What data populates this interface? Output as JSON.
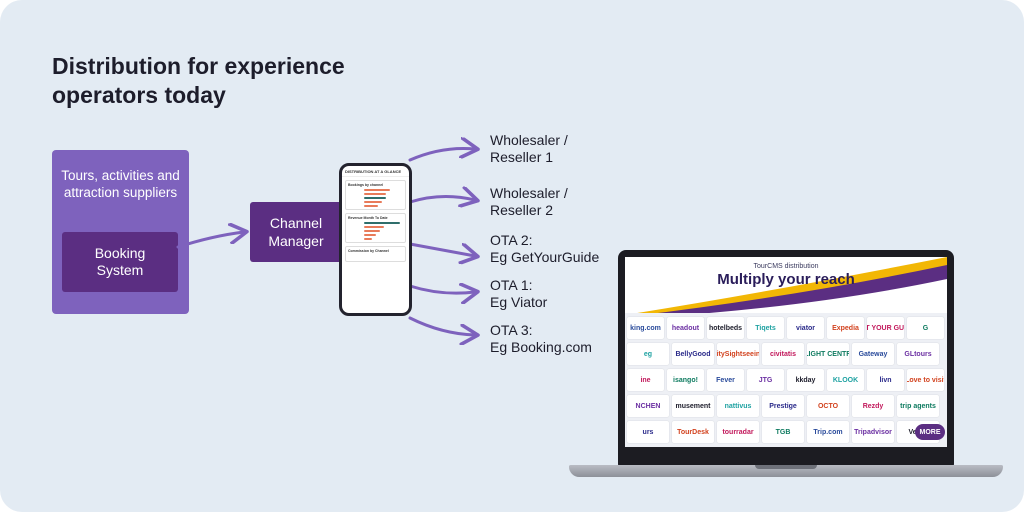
{
  "title": "Distribution for experience operators today",
  "supplier_box": {
    "label": "Tours, activities and attraction suppliers",
    "booking": "Booking System"
  },
  "channel_manager": "Channel Manager",
  "destinations": [
    {
      "line1": "Wholesaler /",
      "line2": "Reseller 1"
    },
    {
      "line1": "Wholesaler /",
      "line2": "Reseller 2"
    },
    {
      "line1": "OTA 2:",
      "line2": "Eg GetYourGuide"
    },
    {
      "line1": "OTA 1:",
      "line2": "Eg Viator"
    },
    {
      "line1": "OTA 3:",
      "line2": "Eg Booking.com"
    }
  ],
  "phone": {
    "header": "DISTRIBUTION AT A GLANCE",
    "card1": "Bookings by channel",
    "card2": "Revenue Month To Date",
    "card3": "Commission by Channel"
  },
  "laptop": {
    "subtitle": "TourCMS distribution",
    "title": "Multiply your reach",
    "logos": [
      [
        "king.com",
        "headout",
        "hotelbeds",
        "Tiqets",
        "viator",
        "Expedia",
        "GET YOUR GUIDE",
        "G"
      ],
      [
        "eg",
        "BellyGood",
        "CitySightseeing",
        "civitatis",
        "FLIGHT CENTRE",
        "Gateway",
        "GLtours"
      ],
      [
        "ine",
        "isango!",
        "Fever",
        "JTG",
        "kkday",
        "KLOOK",
        "livn",
        "Love to visit"
      ],
      [
        "NCHEN",
        "musement",
        "nattivus",
        "Prestige",
        "OCTO",
        "Rezdy",
        "trip agents"
      ],
      [
        "urs",
        "TourDesk",
        "tourradar",
        "TGB",
        "Trip.com",
        "Tripadvisor",
        "Veltra"
      ]
    ],
    "more": "MORE"
  },
  "colors": {
    "background": "#e3ebf3",
    "supplier_box": "#7e62bd",
    "dark_purple": "#5b2e82",
    "arrow": "#7e62bd",
    "accent_yellow": "#f2b705"
  }
}
